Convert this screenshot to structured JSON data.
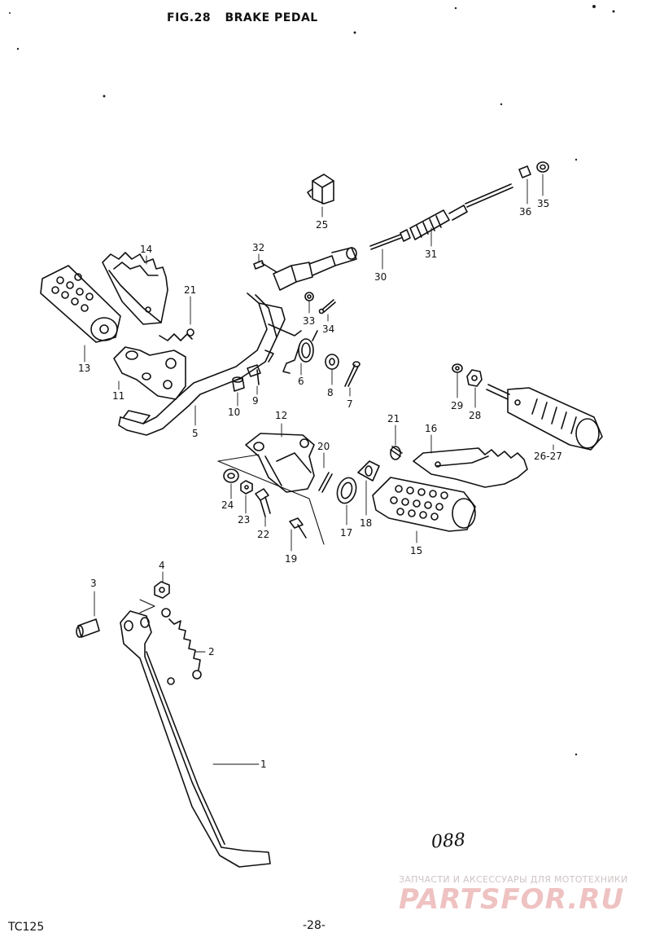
{
  "header": {
    "fig": "FIG.28",
    "title": "BRAKE PEDAL"
  },
  "footer": {
    "model": "TC125",
    "page": "-28-",
    "handwritten_code": "088"
  },
  "watermark": {
    "line1": "ЗАПЧАСТИ И АКСЕССУАРЫ ДЛЯ МОТОТЕХНИКИ",
    "line2": "PARTSFOR.RU"
  },
  "callouts": {
    "c1": "1",
    "c2": "2",
    "c3": "3",
    "c4": "4",
    "c5": "5",
    "c6": "6",
    "c7": "7",
    "c8": "8",
    "c9": "9",
    "c10": "10",
    "c11": "11",
    "c12": "12",
    "c13": "13",
    "c14": "14",
    "c15": "15",
    "c16": "16",
    "c17": "17",
    "c18": "18",
    "c19": "19",
    "c20": "20",
    "c21a": "21",
    "c21b": "21",
    "c22": "22",
    "c23": "23",
    "c24": "24",
    "c25": "25",
    "c26_27": "26-27",
    "c28": "28",
    "c29": "29",
    "c30": "30",
    "c31": "31",
    "c32": "32",
    "c33": "33",
    "c34": "34",
    "c35": "35",
    "c36": "36"
  }
}
